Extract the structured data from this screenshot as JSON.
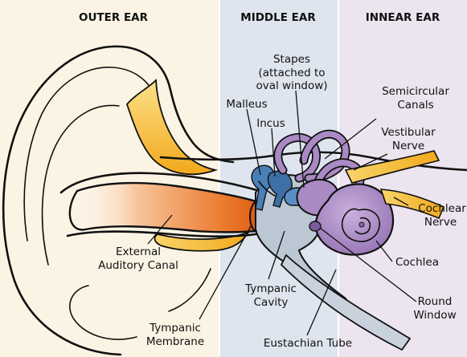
{
  "sections": {
    "outer": "OUTER EAR",
    "middle": "MIDDLE EAR",
    "inner": "INNEAR EAR"
  },
  "labels": {
    "stapes_line1": "Stapes",
    "stapes_line2": "(attached to",
    "stapes_line3": "oval window)",
    "malleus": "Malleus",
    "incus": "Incus",
    "semicircular_line1": "Semicircular",
    "semicircular_line2": "Canals",
    "vestibular_line1": "Vestibular",
    "vestibular_line2": "Nerve",
    "cochlear_nerve_line1": "Cochlear",
    "cochlear_nerve_line2": "Nerve",
    "cochlea": "Cochlea",
    "round_window_line1": "Round",
    "round_window_line2": "Window",
    "canal_line1": "External",
    "canal_line2": "Auditory Canal",
    "tympanic_cavity_line1": "Tympanic",
    "tympanic_cavity_line2": "Cavity",
    "membrane_line1": "Tympanic",
    "membrane_line2": "Membrane",
    "eustachian": "Eustachian Tube"
  },
  "colors": {
    "outer_bg": "#fbf4e4",
    "middle_bg": "#dfe5ee",
    "inner_bg": "#ece4ef",
    "canal_orange": "#e86a1e",
    "cartilage_yellow": "#f6b62a",
    "ossicle_blue": "#4a7fb8",
    "cochlea_purple": "#a98ac4"
  }
}
